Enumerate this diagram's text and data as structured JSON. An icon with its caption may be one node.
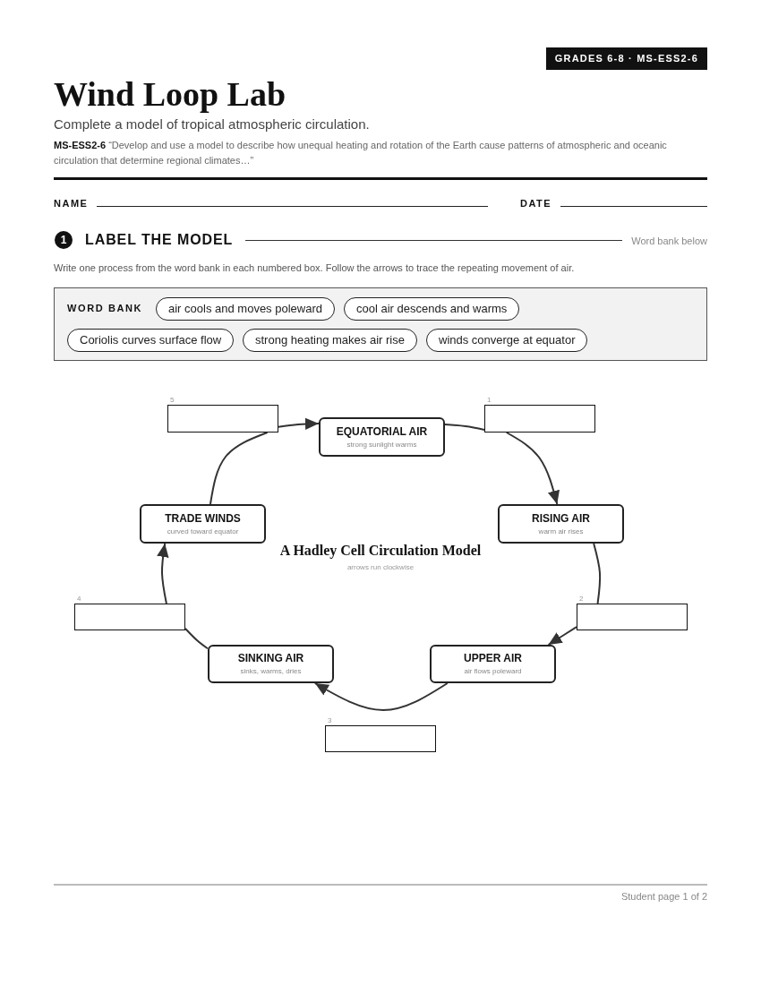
{
  "diagram": {
    "title": "Wind Loop Lab",
    "nodes": [
      {
        "text": [
          "GRADES 6-8 · MS-ESS2-6"
        ]
      },
      {
        "text": [
          "1"
        ]
      },
      {
        "text": [
          "WORD BANK"
        ]
      },
      {
        "text": [
          "air cools and moves poleward"
        ],
        "in": 2
      },
      {
        "text": [
          "cool air descends and warms"
        ],
        "in": 2
      },
      {
        "text": [
          "Coriolis curves surface flow"
        ],
        "in": 2
      },
      {
        "text": [
          "strong heating makes air rise"
        ],
        "in": 2
      },
      {
        "text": [
          "winds converge at equator"
        ],
        "in": 2
      },
      {
        "text": [],
        "shape": "box",
        "beside": [
          "5"
        ]
      },
      {
        "text": [
          "EQUATORIAL AIR",
          "strong sunlight warms"
        ]
      },
      {
        "text": [],
        "shape": "box",
        "beside": [
          "1"
        ]
      },
      {
        "text": [
          "TRADE WINDS",
          "curved toward equator"
        ]
      },
      {
        "text": [
          "RISING AIR",
          "warm air rises"
        ]
      },
      {
        "text": [],
        "shape": "box",
        "beside": [
          "4"
        ]
      },
      {
        "text": [],
        "shape": "box",
        "beside": [
          "2"
        ]
      },
      {
        "text": [
          "SINKING AIR",
          "sinks, warms, dries"
        ]
      },
      {
        "text": [
          "UPPER AIR",
          "air flows poleward"
        ]
      },
      {
        "text": [],
        "shape": "box",
        "beside": [
          "3"
        ]
      }
    ],
    "edges": [
      {
        "from": 9,
        "to": 10,
        "arrow": "none"
      },
      {
        "from": 10,
        "to": 12,
        "arrow": "to"
      },
      {
        "from": 12,
        "to": 14,
        "arrow": "none"
      },
      {
        "from": 14,
        "to": 16,
        "arrow": "to"
      },
      {
        "from": 16,
        "to": 15,
        "arrow": "to"
      },
      {
        "from": 15,
        "to": 13,
        "arrow": "none"
      },
      {
        "from": 13,
        "to": 11,
        "arrow": "to"
      },
      {
        "from": 11,
        "to": 8,
        "arrow": "none"
      },
      {
        "from": 8,
        "to": 9,
        "arrow": "to"
      }
    ],
    "labels": [
      "Complete a model of tropical atmospheric circulation.",
      "**MS-ESS2-6** “Develop and use a model to describe how unequal heating and rotation of the Earth cause patterns of atmospheric and oceanic circulation that determine regional climates…”",
      "NAME",
      "DATE",
      "LABEL THE MODEL",
      "Word bank below",
      "Write one process from the word bank in each numbered box. Follow the arrows to trace the repeating movement of air.",
      "A Hadley Cell Circulation Model",
      "arrows run clockwise",
      "Student page 1 of 2"
    ]
  }
}
